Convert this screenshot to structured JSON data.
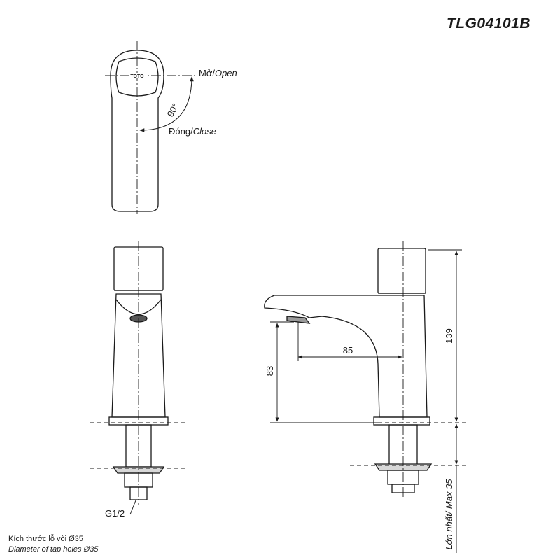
{
  "title": "TLG04101B",
  "top_view": {
    "logo_text": "TOTO",
    "open_label": "Mở",
    "open_label_en": "Open",
    "close_label": "Đóng",
    "close_label_en": "Close",
    "angle_label": "90°"
  },
  "dimensions": {
    "spout_reach": "85",
    "spout_height": "83",
    "total_height": "139",
    "max_counter": "Lớn nhất/ Max 35"
  },
  "thread_label": "G1/2",
  "notes": {
    "line_vi": "Kích thước lỗ vòi Ø35",
    "line_en": "Diameter of tap holes Ø35"
  }
}
